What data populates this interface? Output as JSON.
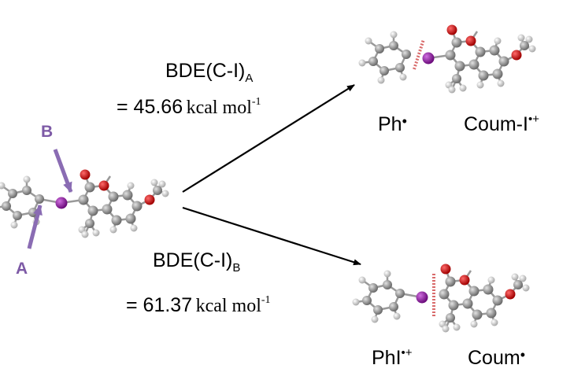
{
  "labels": {
    "bond_a": "A",
    "bond_b": "B"
  },
  "reaction_a": {
    "bde_prefix": "BDE",
    "bde_bond": "(C-I)",
    "bde_subscript": "A",
    "value_prefix": "= 45.66",
    "value_unit": "kcal mol",
    "value_exp": "-1",
    "product_1": "Ph",
    "product_1_mark": "•",
    "product_2": "Coum-I",
    "product_2_mark": "•+"
  },
  "reaction_b": {
    "bde_prefix": "BDE",
    "bde_bond": "(C-I)",
    "bde_subscript": "B",
    "value_prefix": "= 61.37",
    "value_unit": "kcal mol",
    "value_exp": "-1",
    "product_1": "PhI",
    "product_1_mark": "•+",
    "product_2": "Coum",
    "product_2_mark": "•"
  },
  "colors": {
    "carbon": "#8a8a8a",
    "hydrogen": "#d9d9d9",
    "oxygen": "#cc1010",
    "iodine": "#8b1a9a",
    "label_purple": "#7d5aa6",
    "cleave_dash": "#d96b6b"
  }
}
